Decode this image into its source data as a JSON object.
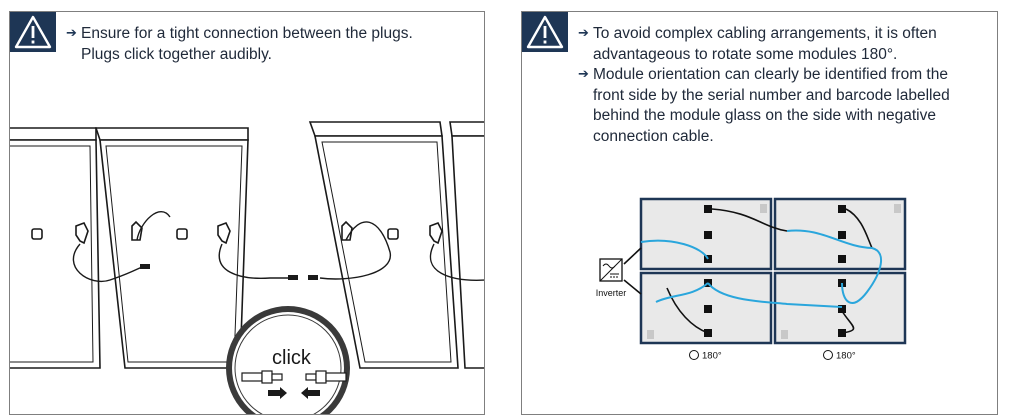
{
  "left_panel": {
    "icon": "warning-triangle-icon",
    "bullets": [
      {
        "lines": [
          "Ensure for a tight connection between the plugs.",
          "Plugs click together audibly."
        ]
      }
    ],
    "callout_text": "click"
  },
  "right_panel": {
    "icon": "warning-triangle-icon",
    "bullets": [
      {
        "lines": [
          "To avoid complex cabling arrangements, it is often",
          "advantageous to rotate some modules 180°."
        ]
      },
      {
        "lines": [
          "Module orientation can clearly be identified from the",
          "front side by the serial number and barcode labelled",
          "behind the module glass on the side with negative",
          "connection cable."
        ]
      }
    ],
    "inverter_label": "Inverter",
    "rotation_labels": [
      "180°",
      "180°"
    ]
  },
  "colors": {
    "accent_dark_blue": "#1e3655",
    "cable_blue": "#2aa6dc",
    "module_fill": "#e9e9e9"
  }
}
